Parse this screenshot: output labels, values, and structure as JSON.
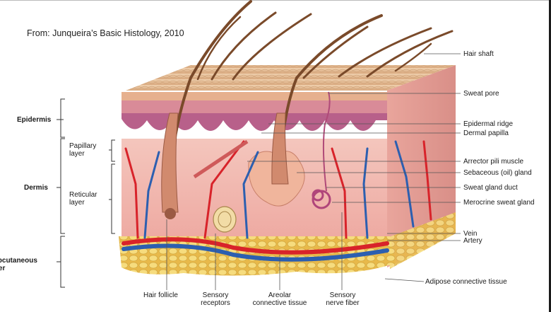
{
  "source": "From: Junqueira’s Basic Histology, 2010",
  "left_labels": {
    "epidermis": "Epidermis",
    "papillary_line1": "Papillary",
    "papillary_line2": "layer",
    "dermis": "Dermis",
    "reticular_line1": "Reticular",
    "reticular_line2": "layer",
    "subcutaneous_line1": "Subcutaneous",
    "subcutaneous_line2": "layer"
  },
  "right_labels": {
    "hair_shaft": "Hair shaft",
    "sweat_pore": "Sweat pore",
    "epidermal_ridge": "Epidermal ridge",
    "dermal_papilla": "Dermal papilla",
    "arrector_pili": "Arrector pili muscle",
    "sebaceous_gland": "Sebaceous (oil) gland",
    "sweat_gland_duct": "Sweat gland duct",
    "merocrine_gland": "Merocrine sweat gland",
    "vein": "Vein",
    "artery": "Artery",
    "adipose": "Adipose connective tissue"
  },
  "bottom_labels": {
    "hair_follicle": "Hair follicle",
    "sensory_receptors_line1": "Sensory",
    "sensory_receptors_line2": "receptors",
    "areolar_line1": "Areolar",
    "areolar_line2": "connective tissue",
    "nerve_fiber_line1": "Sensory",
    "nerve_fiber_line2": "nerve fiber"
  },
  "colors": {
    "skin_surface": "#e7c19a",
    "epidermis_band": "#c97c8c",
    "dermis": "#f1b8b0",
    "subcutaneous": "#f2cf6a",
    "artery": "#d8232a",
    "vein": "#2c5fb0",
    "hair": "#7a4a2a"
  }
}
